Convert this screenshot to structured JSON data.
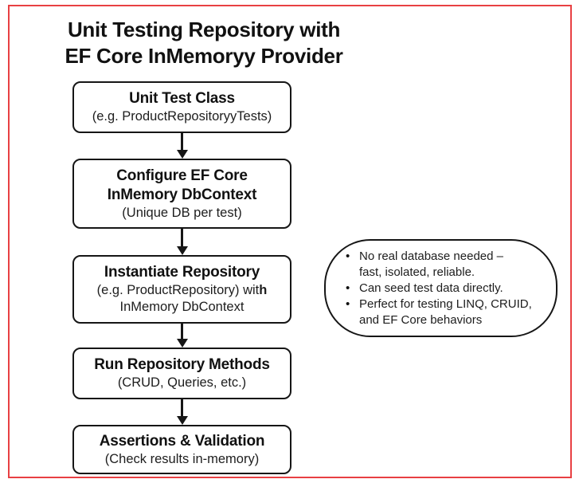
{
  "page": {
    "background": "#ffffff",
    "frame_border_color": "#e84043",
    "line_color": "#161616",
    "text_color": "#111111"
  },
  "title": {
    "line1": "Unit Testing Repository with",
    "line2": "EF Core InMemoryy Provider"
  },
  "flow": {
    "boxes": [
      {
        "heading": "Unit Test Class",
        "sub": "(e.g. ProductRepositoryyTests)"
      },
      {
        "heading": "Configure EF Core\nInMemory DbContext",
        "sub": "(Unique DB per test)"
      },
      {
        "heading": "Instantiate Repository",
        "sub_prefix": "(e.g. ProductRepository) wit",
        "sub_bold_suffix": "h",
        "sub2": "InMemory DbContext"
      },
      {
        "heading": "Run Repository Methods",
        "sub": "(CRUD, Queries, etc.)"
      },
      {
        "heading": "Assertions & Validation",
        "sub": "(Check results in-memory)"
      }
    ],
    "arrow_count": 4
  },
  "callout": {
    "bullet_char": "•",
    "items": [
      "No real database needed –\nfast, isolated, reliable.",
      "Can seed test data directly.",
      "Perfect for testing LINQ, CRUID,\nand EF Core behaviors"
    ]
  }
}
